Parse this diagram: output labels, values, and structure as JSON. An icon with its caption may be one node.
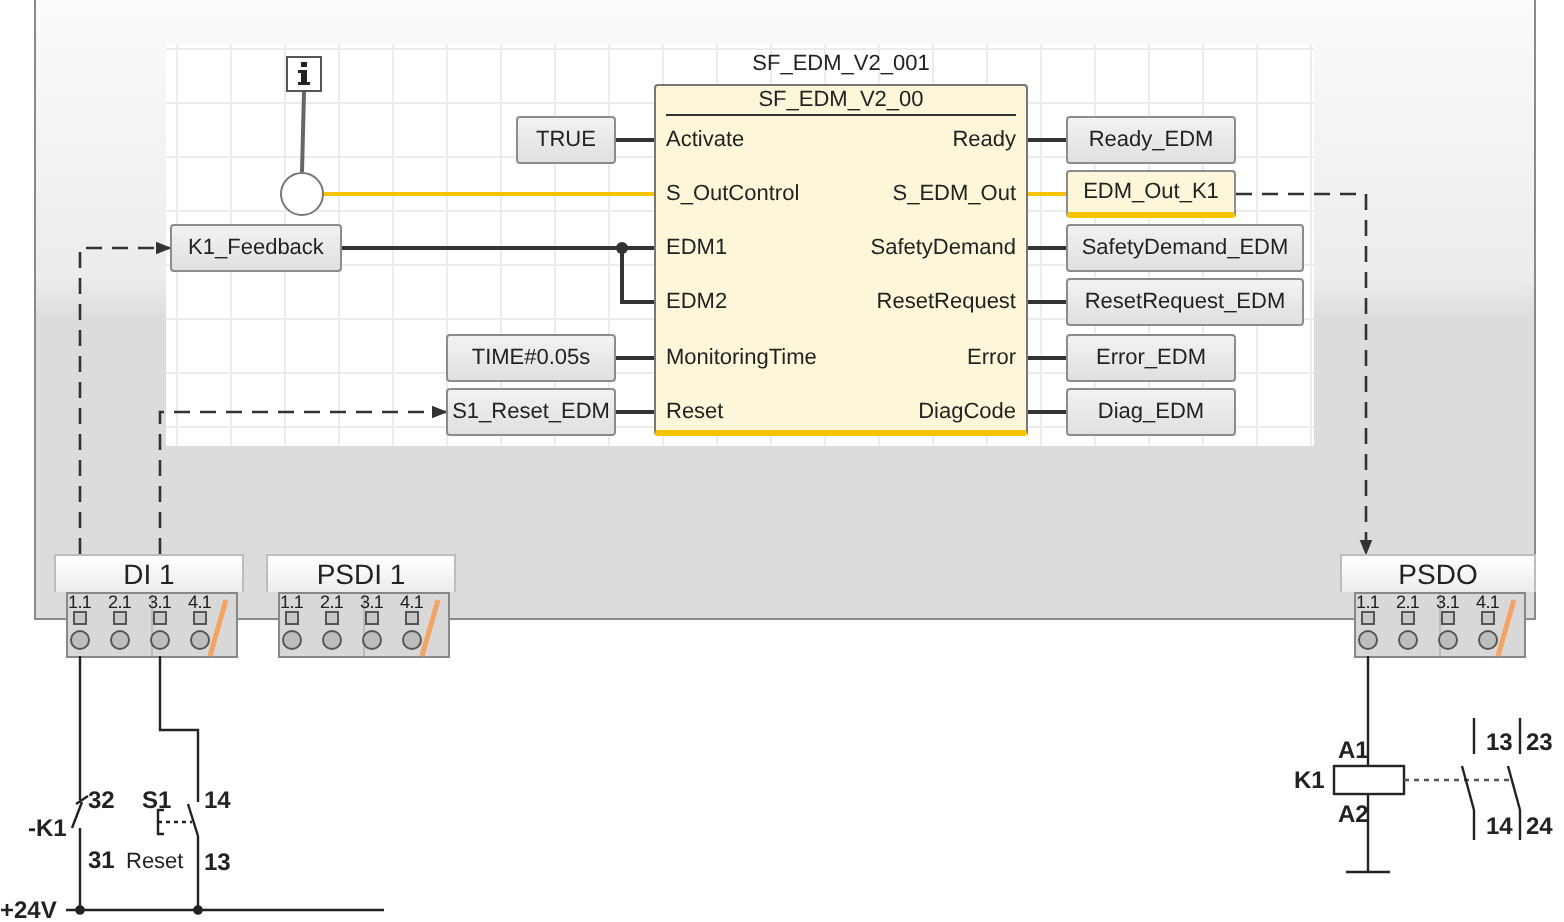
{
  "diagram": {
    "nodes": [
      {
        "text": [
          "SF_EDM_V2_001",
          "SF_EDM_V2_00"
        ]
      },
      {
        "text": [
          "Activate"
        ],
        "in": 0
      },
      {
        "text": [
          "Ready"
        ],
        "in": 0
      },
      {
        "text": [
          "S_OutControl"
        ],
        "in": 0
      },
      {
        "text": [
          "S_EDM_Out"
        ],
        "in": 0
      },
      {
        "text": [
          "EDM1"
        ],
        "in": 0
      },
      {
        "text": [
          "SafetyDemand"
        ],
        "in": 0
      },
      {
        "text": [
          "EDM2"
        ],
        "in": 0
      },
      {
        "text": [
          "ResetRequest"
        ],
        "in": 0
      },
      {
        "text": [
          "MonitoringTime"
        ],
        "in": 0
      },
      {
        "text": [
          "Error"
        ],
        "in": 0
      },
      {
        "text": [
          "Reset"
        ],
        "in": 0
      },
      {
        "text": [
          "DiagCode"
        ],
        "in": 0
      },
      {
        "text": [
          "TRUE"
        ]
      },
      {
        "text": [
          "Ready_EDM"
        ]
      },
      {
        "text": [],
        "shape": "picture"
      },
      {
        "text": [],
        "shape": "circle"
      },
      {
        "text": [
          "EDM_Out_K1"
        ]
      },
      {
        "text": [
          "K1_Feedback"
        ]
      },
      {
        "text": [
          "SafetyDemand_EDM"
        ]
      },
      {
        "text": [
          "ResetRequest_EDM"
        ]
      },
      {
        "text": [
          "TIME#0.05s"
        ]
      },
      {
        "text": [
          "Error_EDM"
        ]
      },
      {
        "text": [
          "S1_Reset_EDM"
        ]
      },
      {
        "text": [
          "Diag_EDM"
        ]
      },
      {
        "text": [
          "DI 1"
        ],
        "beside": [
          "1.1",
          "2.1",
          "3.1",
          "4.1"
        ]
      },
      {
        "text": [
          "PSDI 1"
        ],
        "beside": [
          "1.1",
          "2.1",
          "3.1",
          "4.1"
        ]
      },
      {
        "text": [
          "PSDO"
        ],
        "beside": [
          "1.1",
          "2.1",
          "3.1",
          "4.1"
        ]
      }
    ],
    "edges": [
      {
        "from": 13,
        "to": 1,
        "arrow": "none"
      },
      {
        "from": 2,
        "to": 14,
        "arrow": "none"
      },
      {
        "from": 15,
        "to": 16,
        "arrow": "none",
        "color": "#666666"
      },
      {
        "from": 16,
        "to": 3,
        "arrow": "none",
        "color": "#f5c400"
      },
      {
        "from": 4,
        "to": 17,
        "arrow": "none",
        "color": "#f5c400"
      },
      {
        "from": 18,
        "to": 5,
        "arrow": "none"
      },
      {
        "from": 18,
        "to": 7,
        "arrow": "none"
      },
      {
        "from": 6,
        "to": 19,
        "arrow": "none"
      },
      {
        "from": 8,
        "to": 20,
        "arrow": "none"
      },
      {
        "from": 21,
        "to": 9,
        "arrow": "none"
      },
      {
        "from": 10,
        "to": 22,
        "arrow": "none"
      },
      {
        "from": 23,
        "to": 11,
        "arrow": "none"
      },
      {
        "from": 12,
        "to": 24,
        "arrow": "none"
      },
      {
        "from": 25,
        "to": 18,
        "arrow": "to",
        "style": "dashed"
      },
      {
        "from": 25,
        "to": 23,
        "arrow": "to",
        "style": "dashed"
      },
      {
        "from": 17,
        "to": 27,
        "arrow": "to",
        "style": "dashed"
      }
    ],
    "labels": [
      "32",
      "S1",
      "14",
      "-K1",
      "31",
      "Reset",
      "13",
      "+24V",
      "13",
      "23",
      "A1",
      "K1",
      "A2",
      "14",
      "24"
    ]
  }
}
